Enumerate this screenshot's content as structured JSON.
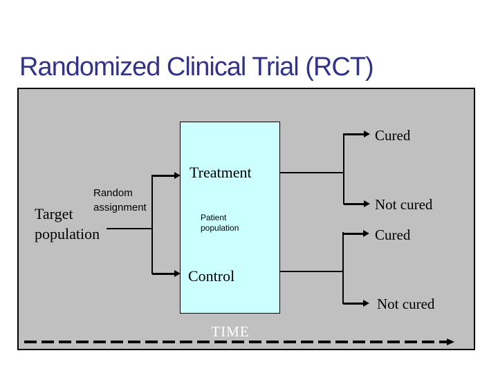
{
  "slide": {
    "title": "Randomized Clinical Trial (RCT)",
    "colors": {
      "title": "#32328C",
      "panel_bg": "#C0C0C0",
      "box_bg": "#CCFFFF",
      "line": "#000000",
      "time_text": "#FFFFFF"
    }
  },
  "diagram": {
    "target_population": "Target population",
    "random_assignment": "Random assignment",
    "patient_box": {
      "treatment": "Treatment",
      "patient_population": "Patient population",
      "control": "Control"
    },
    "treatment_outcomes": [
      "Cured",
      "Not cured"
    ],
    "control_outcomes": [
      "Cured",
      "Not cured"
    ],
    "time_label": "TIME"
  }
}
